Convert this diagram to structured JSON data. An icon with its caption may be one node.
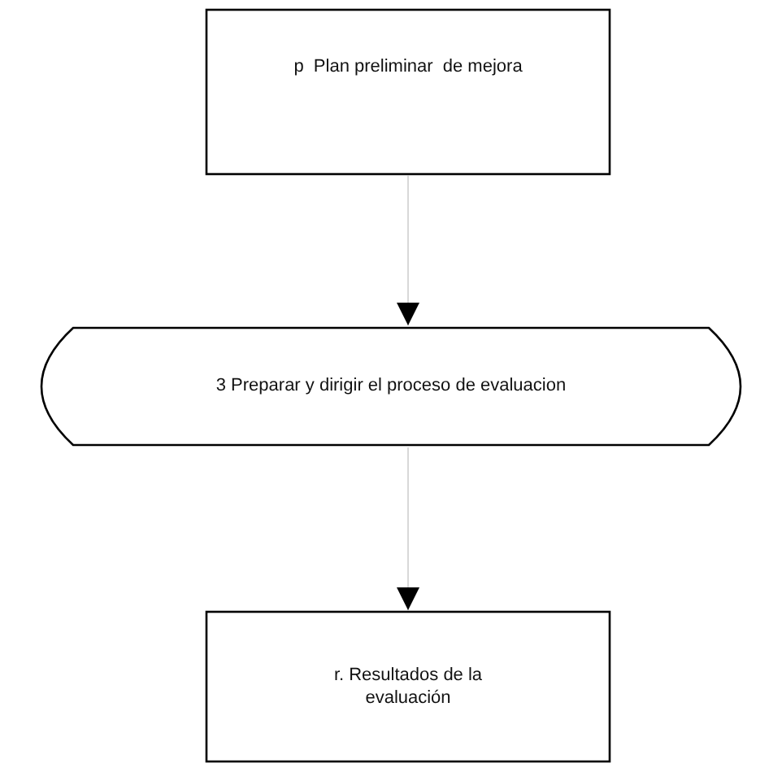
{
  "diagram": {
    "nodes": [
      {
        "text": [
          "p  Plan preliminar  de mejora"
        ]
      },
      {
        "text": [
          "3 Preparar y dirigir el proceso de evaluacion"
        ]
      },
      {
        "text": [
          "r. Resultados de la evaluación"
        ]
      }
    ],
    "edges": [
      {
        "from": 0,
        "to": 1,
        "arrow": "to"
      },
      {
        "from": 1,
        "to": 2,
        "arrow": "to"
      }
    ]
  }
}
